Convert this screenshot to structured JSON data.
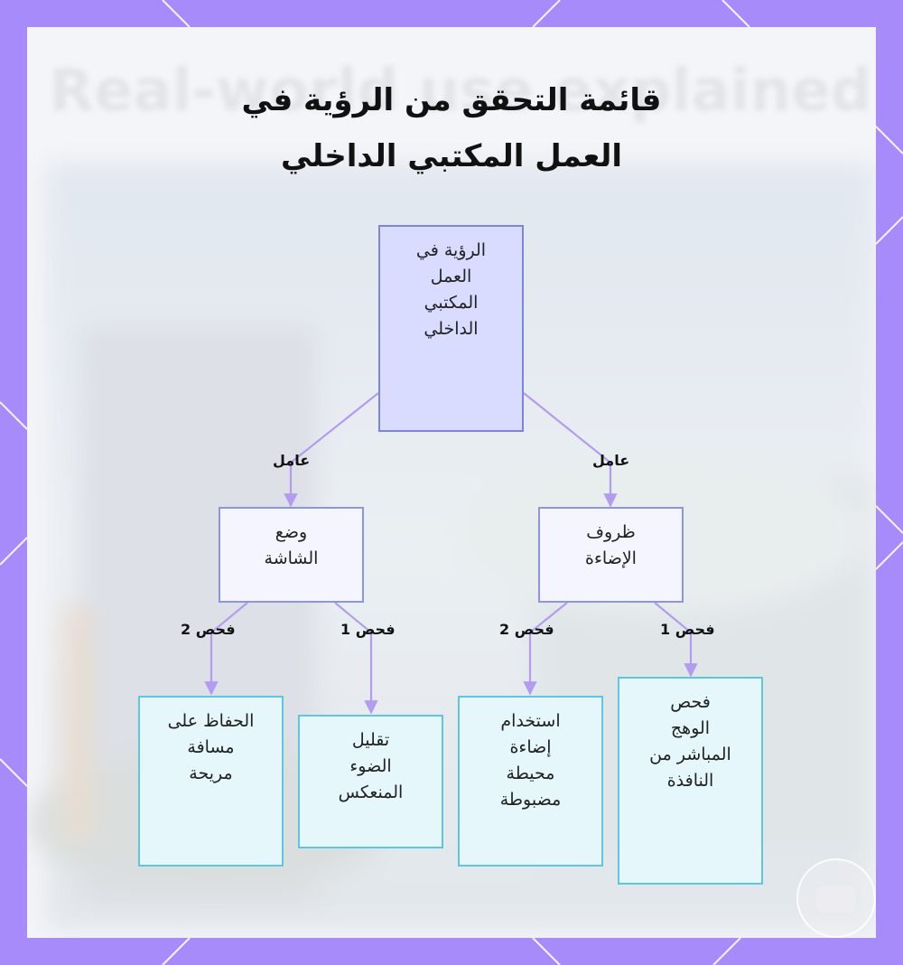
{
  "title": {
    "line1": "قائمة التحقق من الرؤية في",
    "line2": "العمل المكتبي الداخلي"
  },
  "background_watermark": "Real-world use explained",
  "nodes": {
    "root": [
      "الرؤية في",
      "العمل",
      "المكتبي",
      "الداخلي"
    ],
    "lighting": [
      "ظروف",
      "الإضاءة"
    ],
    "screen": [
      "وضع",
      "الشاشة"
    ],
    "glare": [
      "فحص",
      "الوهج",
      "المباشر من",
      "النافذة"
    ],
    "ambient": [
      "استخدام",
      "إضاءة",
      "محيطة",
      "مضبوطة"
    ],
    "reflect": [
      "تقليل",
      "الضوء",
      "المنعكس"
    ],
    "distance": [
      "الحفاظ على",
      "مسافة",
      "مريحة"
    ]
  },
  "edge_labels": {
    "root_lighting": "عامل",
    "root_screen": "عامل",
    "lighting_glare": "فحص 1",
    "lighting_ambient": "فحص 2",
    "screen_reflect": "فحص 1",
    "screen_distance": "فحص 2"
  },
  "colors": {
    "frame": "#a78bfa",
    "root_fill": "#d9dcff",
    "root_border": "#7b86d6",
    "mid_fill": "#f4f5ff",
    "mid_border": "#8f95dc",
    "leaf_fill": "#e5f7fb",
    "leaf_border": "#5ec6e0",
    "connector": "#b39cf0"
  },
  "icons": {
    "chat": "chat-bubble-icon"
  }
}
